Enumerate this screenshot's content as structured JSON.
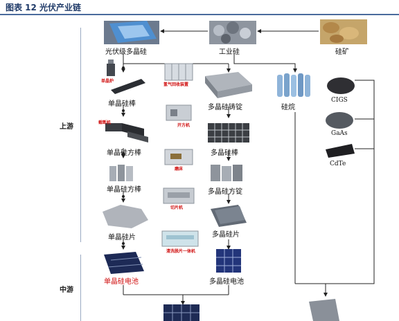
{
  "title": "图表 12 光伏产业链",
  "stages": {
    "upstream": "上游",
    "midstream": "中游"
  },
  "nodes": {
    "pv_poly": "光伏级多晶硅",
    "industrial_si": "工业硅",
    "si_ore": "硅矿",
    "mono_rod": "单晶硅棒",
    "poly_ingot": "多晶硅铸锭",
    "silane": "硅烷",
    "mono_square_1": "单晶硅方棒",
    "poly_rod": "多晶硅棒",
    "mono_square_2": "单晶硅方棒",
    "poly_square_ingot": "多晶硅方锭",
    "mono_wafer": "单晶硅片",
    "poly_wafer": "多晶硅片",
    "mono_cell": "单晶硅电池",
    "poly_cell": "多晶硅电池",
    "cigs": "CIGS",
    "gaas": "GaAs",
    "cdte": "CdTe"
  },
  "equipment_tags": {
    "furnace": "单晶炉",
    "ingot_furnace": "氢气回收装置",
    "squarer_1": "开方机",
    "squarer_2": "截断机",
    "grinder": "磨床",
    "slicer": "切片机",
    "cleaner": "清洗脱片一体机"
  },
  "colors": {
    "title": "#1f3a68",
    "accent_red": "#d01010",
    "arrow": "#222222",
    "rule": "#4a6a9c"
  }
}
